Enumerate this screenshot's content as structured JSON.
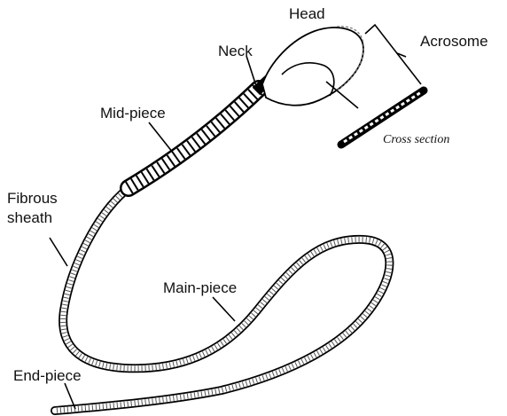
{
  "labels": {
    "head": "Head",
    "acrosome": "Acrosome",
    "neck": "Neck",
    "mid_piece": "Mid-piece",
    "fibrous_sheath_line1": "Fibrous",
    "fibrous_sheath_line2": "sheath",
    "main_piece": "Main-piece",
    "end_piece": "End-piece",
    "cross_section": "Cross section"
  }
}
